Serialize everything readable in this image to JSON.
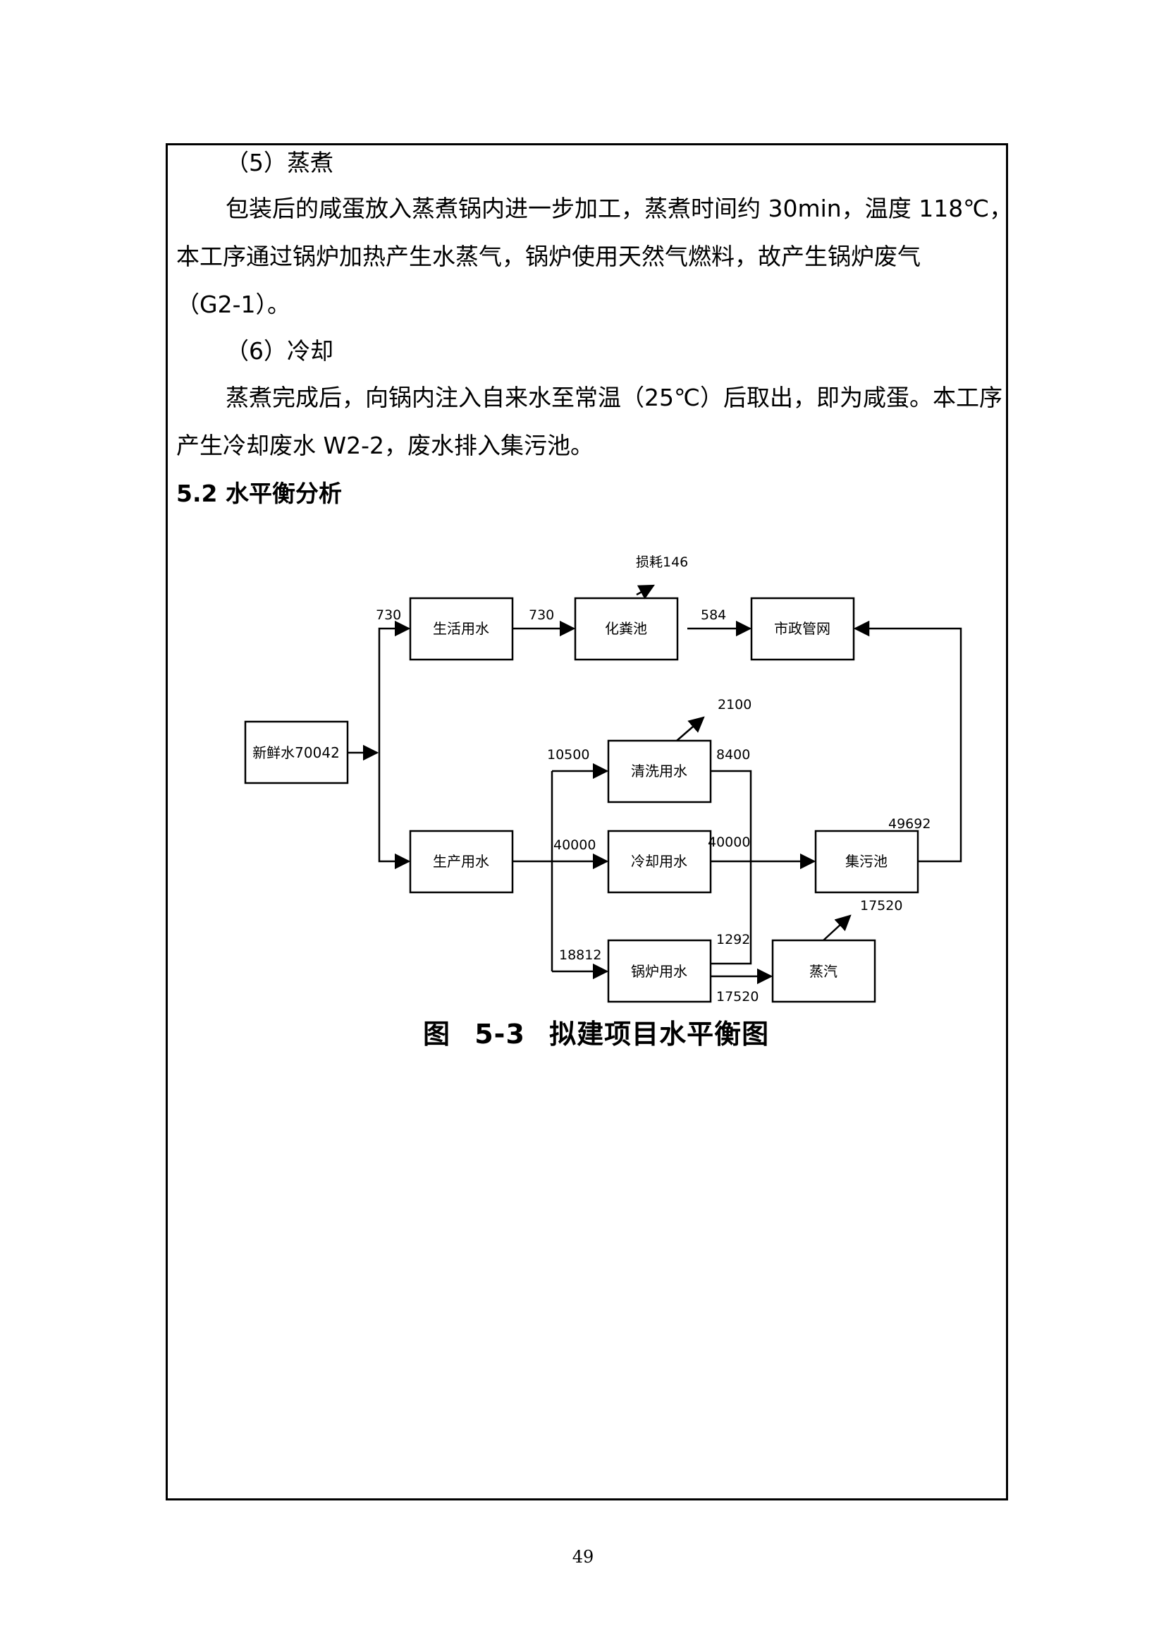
{
  "section5": {
    "heading": "（5）蒸煮",
    "para_line1": "包装后的咸蛋放入蒸煮锅内进一步加工，蒸煮时间约 30min，温度 118℃，",
    "para_line2": "本工序通过锅炉加热产生水蒸气，锅炉使用天然气燃料，故产生锅炉废气",
    "para_line3": "（G2-1）。"
  },
  "section6": {
    "heading": "（6）冷却",
    "para_line1": "蒸煮完成后，向锅内注入自来水至常温（25℃）后取出，即为咸蛋。本工序",
    "para_line2": "产生冷却废水 W2-2，废水排入集污池。"
  },
  "section_title": "5.2 水平衡分析",
  "diagram": {
    "nodes": {
      "fresh_water": "新鲜水70042",
      "domestic_water": "生活用水",
      "septic_tank": "化粪池",
      "municipal_sewer": "市政管网",
      "production_water": "生产用水",
      "cleaning_water": "清洗用水",
      "cooling_water": "冷却用水",
      "boiler_water": "锅炉用水",
      "collection_tank": "集污池",
      "steam": "蒸汽"
    },
    "labels": {
      "to_domestic": "730",
      "domestic_to_septic": "730",
      "septic_loss": "损耗146",
      "septic_to_sewer": "584",
      "to_cleaning": "10500",
      "cleaning_loss": "2100",
      "cleaning_out": "8400",
      "to_cooling": "40000",
      "cooling_out": "40000",
      "to_boiler": "18812",
      "boiler_discharge": "1292",
      "boiler_to_steam": "17520",
      "steam_out": "17520",
      "collection_to_sewer": "49692"
    }
  },
  "figure_caption": "图 5-3   拟建项目水平衡图",
  "page_number": "49"
}
